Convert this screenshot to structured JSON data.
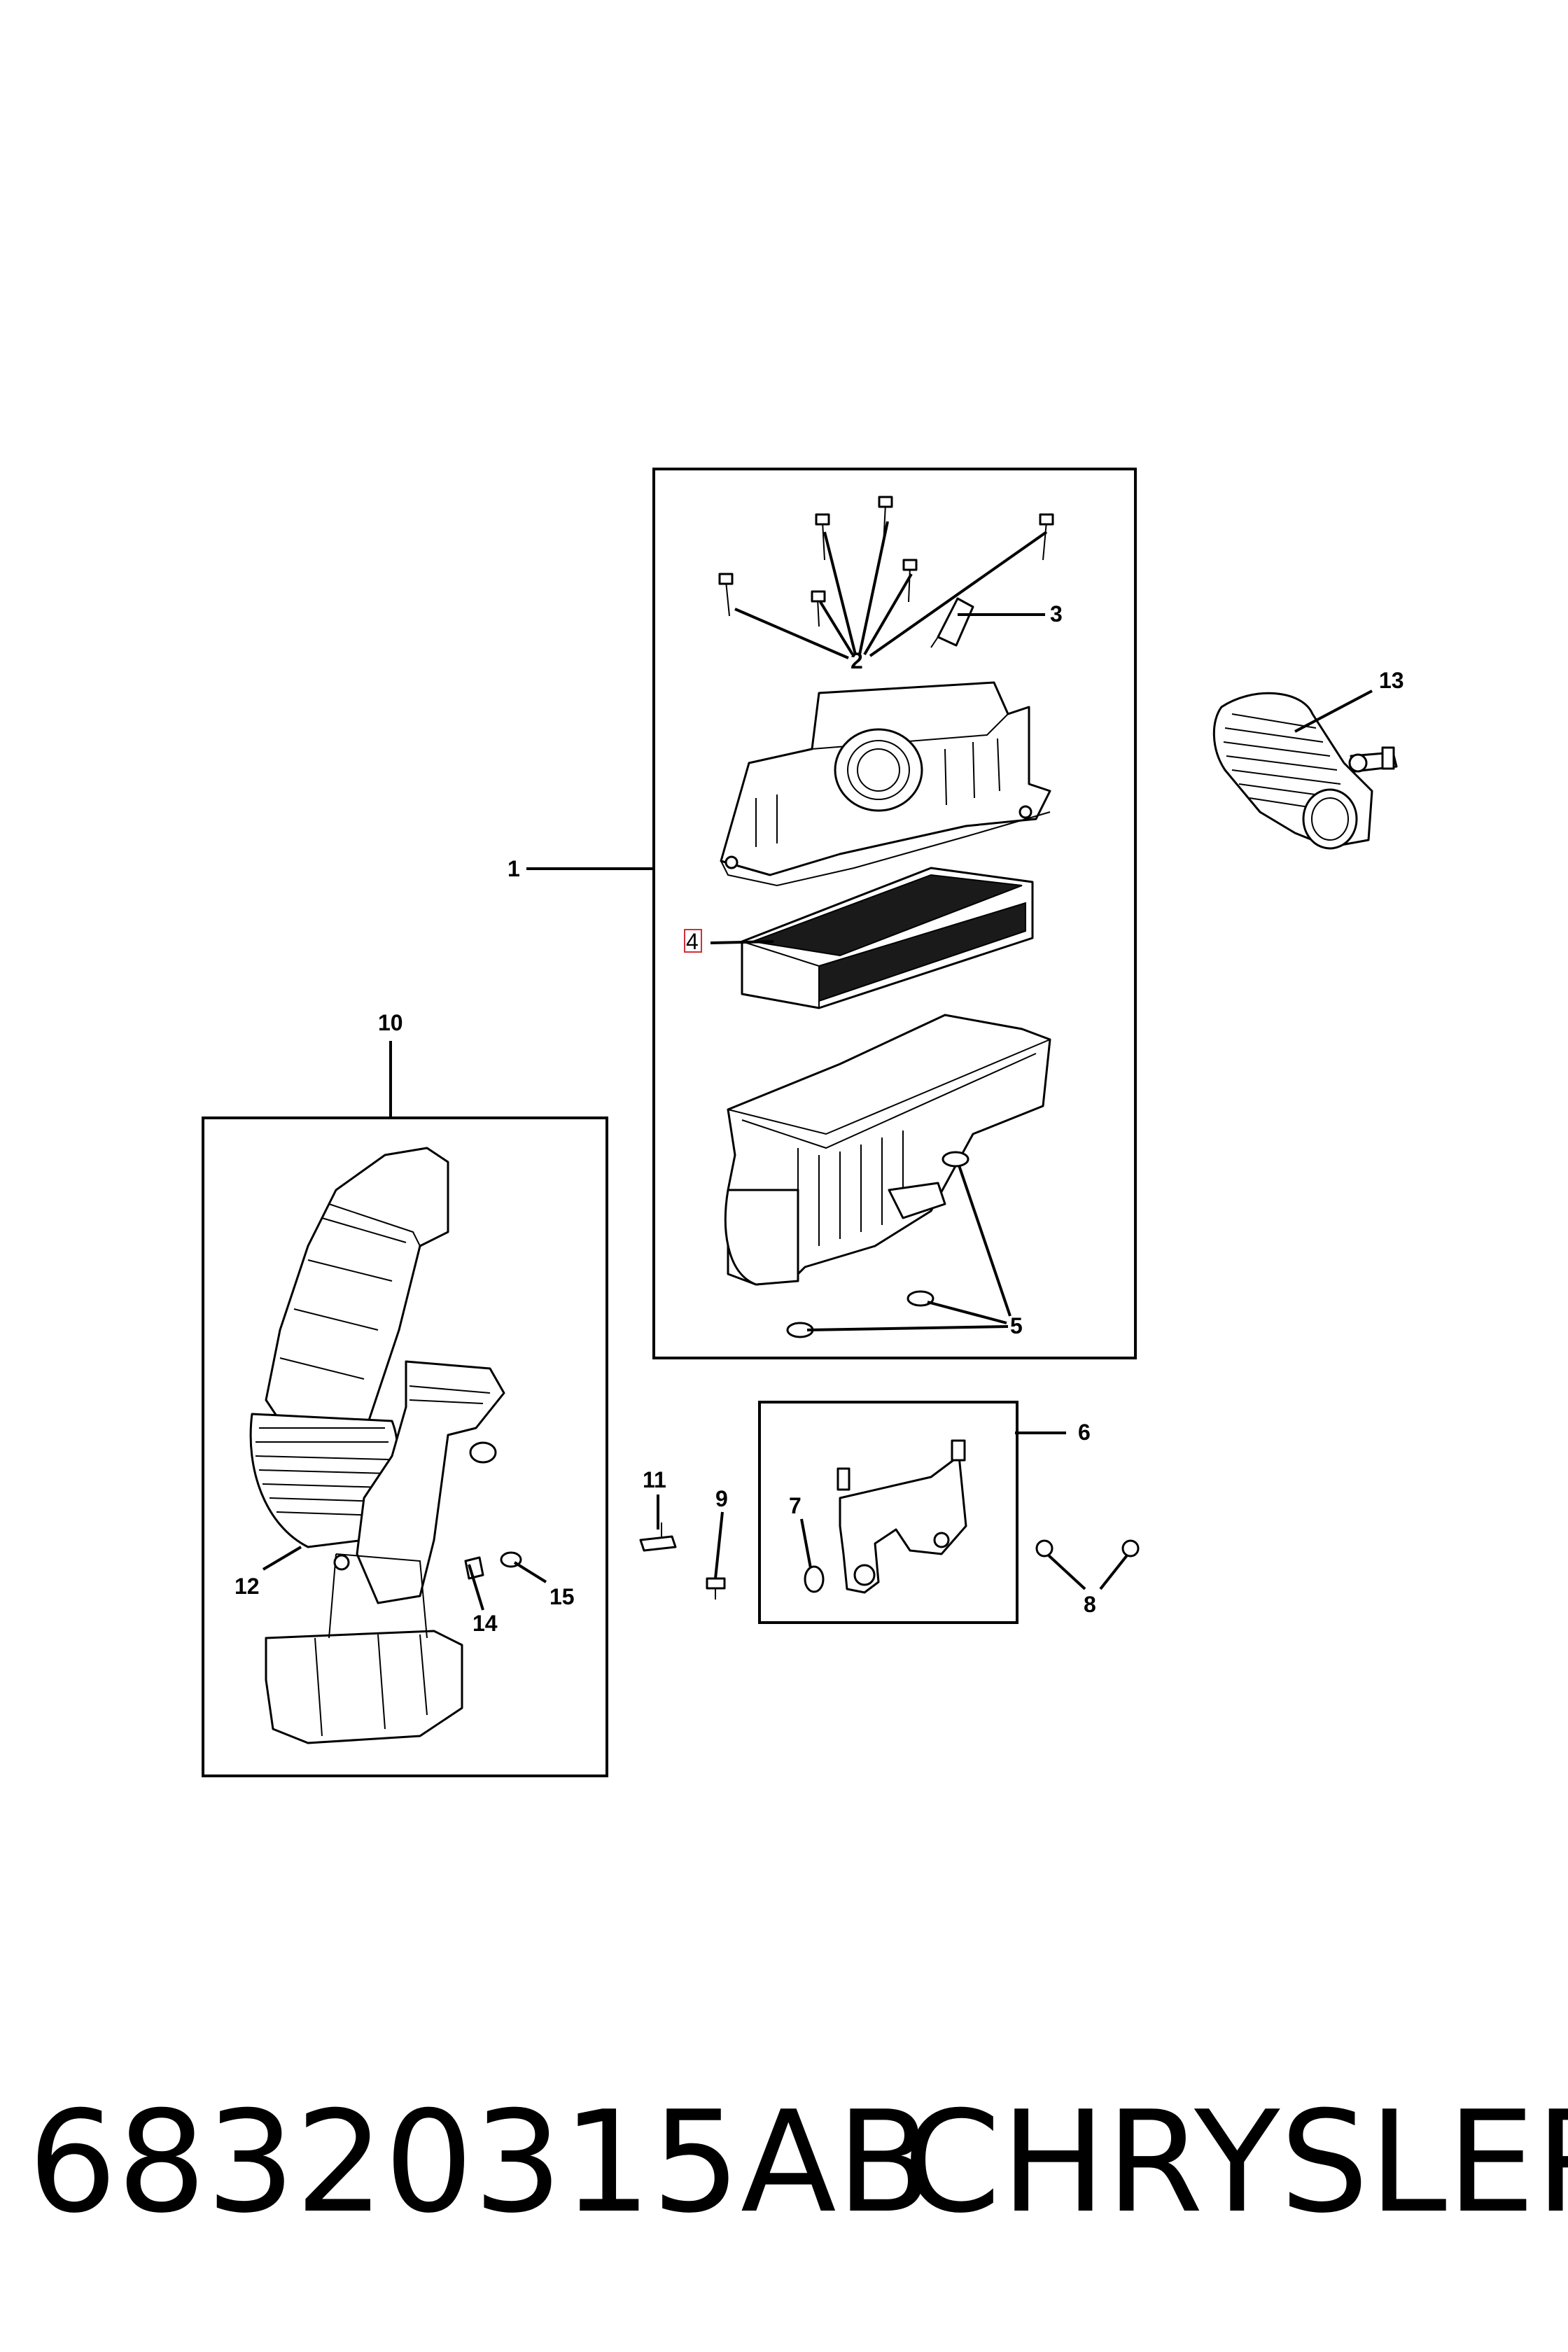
{
  "diagram": {
    "callouts": {
      "c1": "1",
      "c2": "2",
      "c3": "3",
      "c4": "4",
      "c5": "5",
      "c6": "6",
      "c7": "7",
      "c8": "8",
      "c9": "9",
      "c10": "10",
      "c11": "11",
      "c12": "12",
      "c13": "13",
      "c14": "14",
      "c15": "15"
    },
    "highlighted_callout": "4",
    "highlight_color": "#d0303a"
  },
  "footer": {
    "part_number": "68320315AB",
    "brand": "CHRYSLER"
  }
}
